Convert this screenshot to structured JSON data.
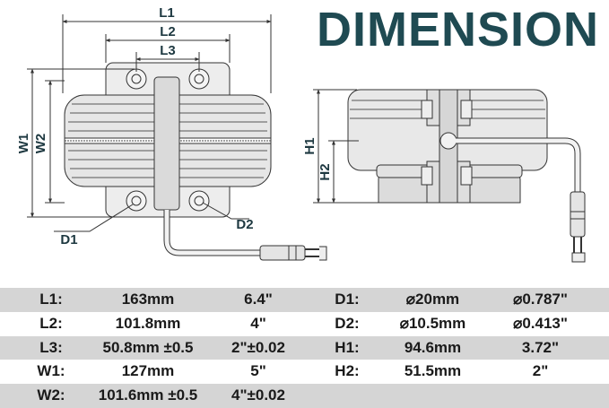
{
  "title": "DIMENSION",
  "drawing_labels": {
    "l1": "L1",
    "l2": "L2",
    "l3": "L3",
    "w1": "W1",
    "w2": "W2",
    "d1": "D1",
    "d2": "D2",
    "h1": "H1",
    "h2": "H2"
  },
  "colors": {
    "title": "#1f4a52",
    "line": "#333333",
    "body_fill": "#e9e9e9",
    "row_shade": "#d5d5d5"
  },
  "rows": [
    {
      "label": "L1:",
      "metric": "163mm",
      "imperial": "6.4\"",
      "label2": "D1:",
      "metric2": "⌀20mm",
      "imperial2": "⌀0.787\""
    },
    {
      "label": "L2:",
      "metric": "101.8mm",
      "imperial": "4\"",
      "label2": "D2:",
      "metric2": "⌀10.5mm",
      "imperial2": "⌀0.413\""
    },
    {
      "label": "L3:",
      "metric": "50.8mm ±0.5",
      "imperial": "2\"±0.02",
      "label2": "H1:",
      "metric2": "94.6mm",
      "imperial2": "3.72\""
    },
    {
      "label": "W1:",
      "metric": "127mm",
      "imperial": "5\"",
      "label2": "H2:",
      "metric2": "51.5mm",
      "imperial2": "2\""
    },
    {
      "label": "W2:",
      "metric": "101.6mm ±0.5",
      "imperial": "4\"±0.02",
      "label2": "",
      "metric2": "",
      "imperial2": ""
    }
  ]
}
